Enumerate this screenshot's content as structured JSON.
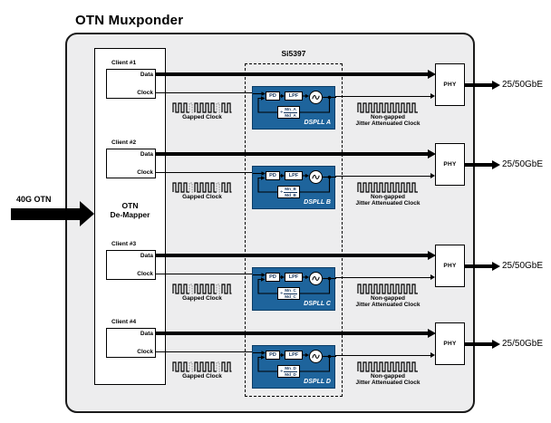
{
  "title": "OTN Muxponder",
  "input_arrow": {
    "label": "40G OTN"
  },
  "demapper": {
    "title_line1": "OTN",
    "title_line2": "De-Mapper"
  },
  "chip": {
    "title": "Si5397"
  },
  "colors": {
    "dspll_blue": "#1e649c",
    "panel_bg": "#ededee",
    "line_black": "#000000",
    "gap_gray": "#9a9a9a"
  },
  "rows": [
    {
      "client_label": "Client #1",
      "port_data": "Data",
      "port_clock": "Clock",
      "gapped_caption": "Gapped Clock",
      "dspll": {
        "pd": "PD",
        "lpf": "LPF",
        "div_sign": "÷",
        "m_num": "Mn_A",
        "m_den": "Md_A",
        "name": "DSPLL A"
      },
      "nongapped_caption1": "Non-gapped",
      "nongapped_caption2": "Jitter Attenuated Clock",
      "phy_label": "PHY",
      "output_label": "25/50GbE"
    },
    {
      "client_label": "Client #2",
      "port_data": "Data",
      "port_clock": "Clock",
      "gapped_caption": "Gapped Clock",
      "dspll": {
        "pd": "PD",
        "lpf": "LPF",
        "div_sign": "÷",
        "m_num": "Mn_B",
        "m_den": "Md_B",
        "name": "DSPLL B"
      },
      "nongapped_caption1": "Non-gapped",
      "nongapped_caption2": "Jitter Attenuated Clock",
      "phy_label": "PHY",
      "output_label": "25/50GbE"
    },
    {
      "client_label": "Client #3",
      "port_data": "Data",
      "port_clock": "Clock",
      "gapped_caption": "Gapped Clock",
      "dspll": {
        "pd": "PD",
        "lpf": "LPF",
        "div_sign": "÷",
        "m_num": "Mn_C",
        "m_den": "Md_C",
        "name": "DSPLL C"
      },
      "nongapped_caption1": "Non-gapped",
      "nongapped_caption2": "Jitter Attenuated Clock",
      "phy_label": "PHY",
      "output_label": "25/50GbE"
    },
    {
      "client_label": "Client #4",
      "port_data": "Data",
      "port_clock": "Clock",
      "gapped_caption": "Gapped Clock",
      "dspll": {
        "pd": "PD",
        "lpf": "LPF",
        "div_sign": "÷",
        "m_num": "Mn_D",
        "m_den": "Md_D",
        "name": "DSPLL D"
      },
      "nongapped_caption1": "Non-gapped",
      "nongapped_caption2": "Jitter Attenuated Clock",
      "phy_label": "PHY",
      "output_label": "25/50GbE"
    }
  ]
}
